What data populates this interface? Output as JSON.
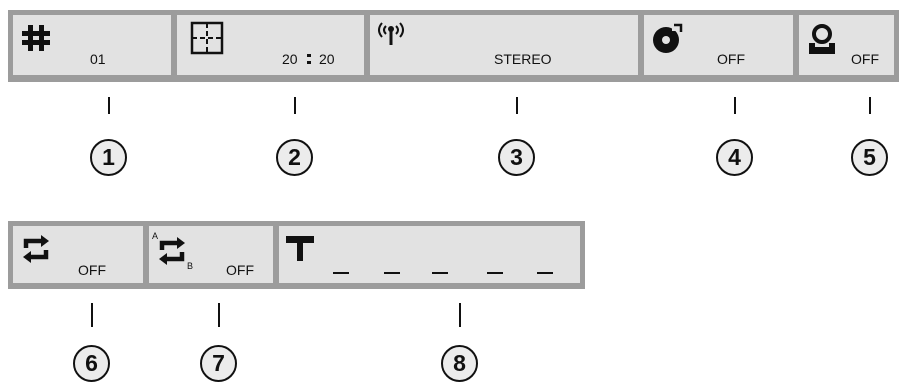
{
  "top_bar": {
    "track": {
      "icon": "hash-icon",
      "value": "01",
      "callout": "1"
    },
    "time": {
      "icon": "clock-icon",
      "minutes": "20",
      "seconds": "20",
      "callout": "2"
    },
    "audio": {
      "icon": "stereo-signal-icon",
      "value": "STEREO",
      "callout": "3"
    },
    "random": {
      "icon": "random-disc-icon",
      "value": "OFF",
      "callout": "4"
    },
    "intro": {
      "icon": "intro-scan-icon",
      "value": "OFF",
      "callout": "5"
    }
  },
  "bottom_bar": {
    "repeat": {
      "icon": "repeat-icon",
      "value": "OFF",
      "callout": "6"
    },
    "repeat_ab": {
      "icon": "repeat-ab-icon",
      "a_label": "A",
      "b_label": "B",
      "value": "OFF",
      "callout": "7"
    },
    "text": {
      "icon": "text-t-icon",
      "callout": "8"
    }
  }
}
